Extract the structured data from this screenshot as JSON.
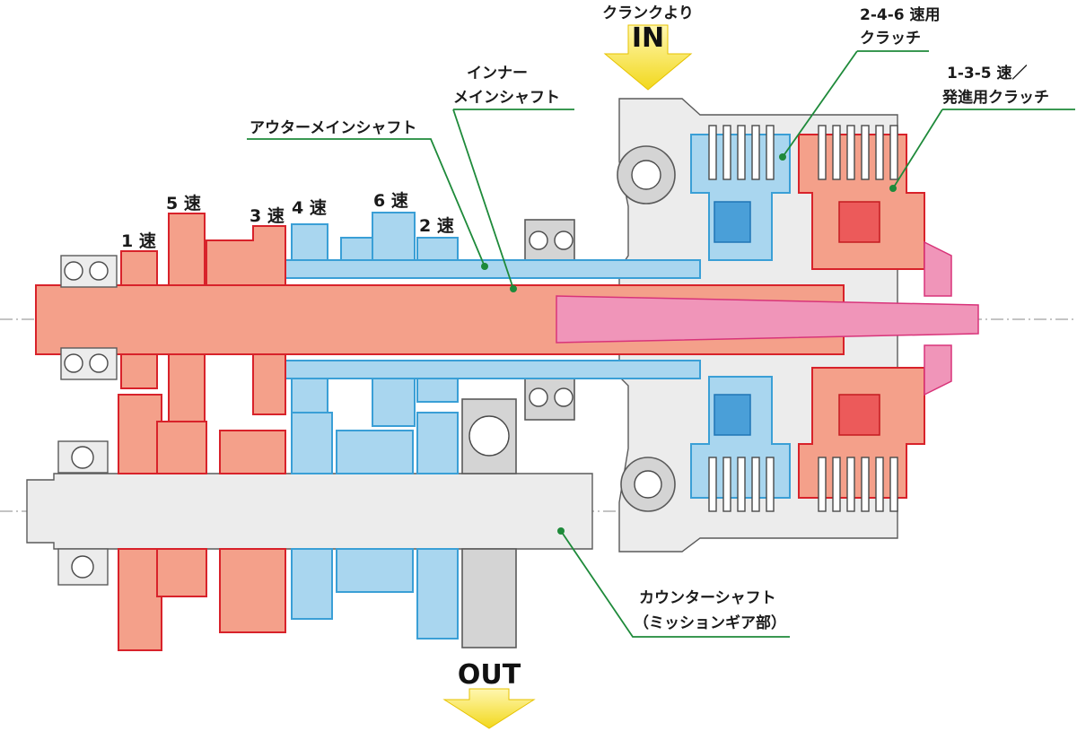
{
  "input": {
    "source_label": "クランクより",
    "word": "IN"
  },
  "output": {
    "word": "OUT"
  },
  "labels": {
    "clutch_246_line1": "2-4-6 速用",
    "clutch_246_line2": "クラッチ",
    "clutch_135_line1": "1-3-5 速／",
    "clutch_135_line2": "発進用クラッチ",
    "inner_shaft_line1": "インナー",
    "inner_shaft_line2": "メインシャフト",
    "outer_shaft": "アウターメインシャフト",
    "counter_line1": "カウンターシャフト",
    "counter_line2": "（ミッションギア部）"
  },
  "gears": {
    "g1": "1 速",
    "g2": "2 速",
    "g3": "3 速",
    "g4": "4 速",
    "g5": "5 速",
    "g6": "6 速"
  },
  "colors": {
    "odd_gear_red": "#f4a08a",
    "even_gear_blue": "#a9d6ef",
    "inner_shaft_pink": "#f095b9",
    "leader_green": "#1e8a3a",
    "arrow_yellow": "#f5e52a"
  }
}
